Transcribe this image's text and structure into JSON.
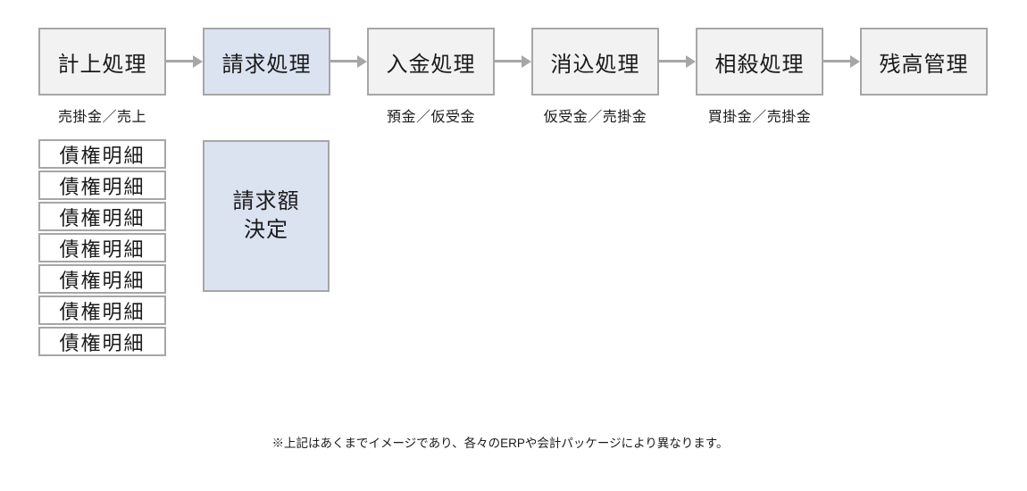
{
  "diagram": {
    "steps": [
      {
        "label": "計上処理",
        "sublabel": "売掛金／売上",
        "highlighted": false
      },
      {
        "label": "請求処理",
        "sublabel": "",
        "highlighted": true
      },
      {
        "label": "入金処理",
        "sublabel": "預金／仮受金",
        "highlighted": false
      },
      {
        "label": "消込処理",
        "sublabel": "仮受金／売掛金",
        "highlighted": false
      },
      {
        "label": "相殺処理",
        "sublabel": "買掛金／売掛金",
        "highlighted": false
      },
      {
        "label": "残高管理",
        "sublabel": "",
        "highlighted": false
      }
    ],
    "detail_rows": [
      "債権明細",
      "債権明細",
      "債権明細",
      "債権明細",
      "債権明細",
      "債権明細",
      "債権明細"
    ],
    "billing_box_label": "請求額\n決定",
    "note": "※上記はあくまでイメージであり、各々のERPや会計パッケージにより異なります。"
  },
  "colors": {
    "box_fill": "#f2f2f2",
    "highlight_fill": "#dbe3f1",
    "box_border": "#a6a6a6",
    "arrow": "#a6a6a6",
    "text": "#1a1a1a",
    "row_fill": "#ffffff"
  }
}
